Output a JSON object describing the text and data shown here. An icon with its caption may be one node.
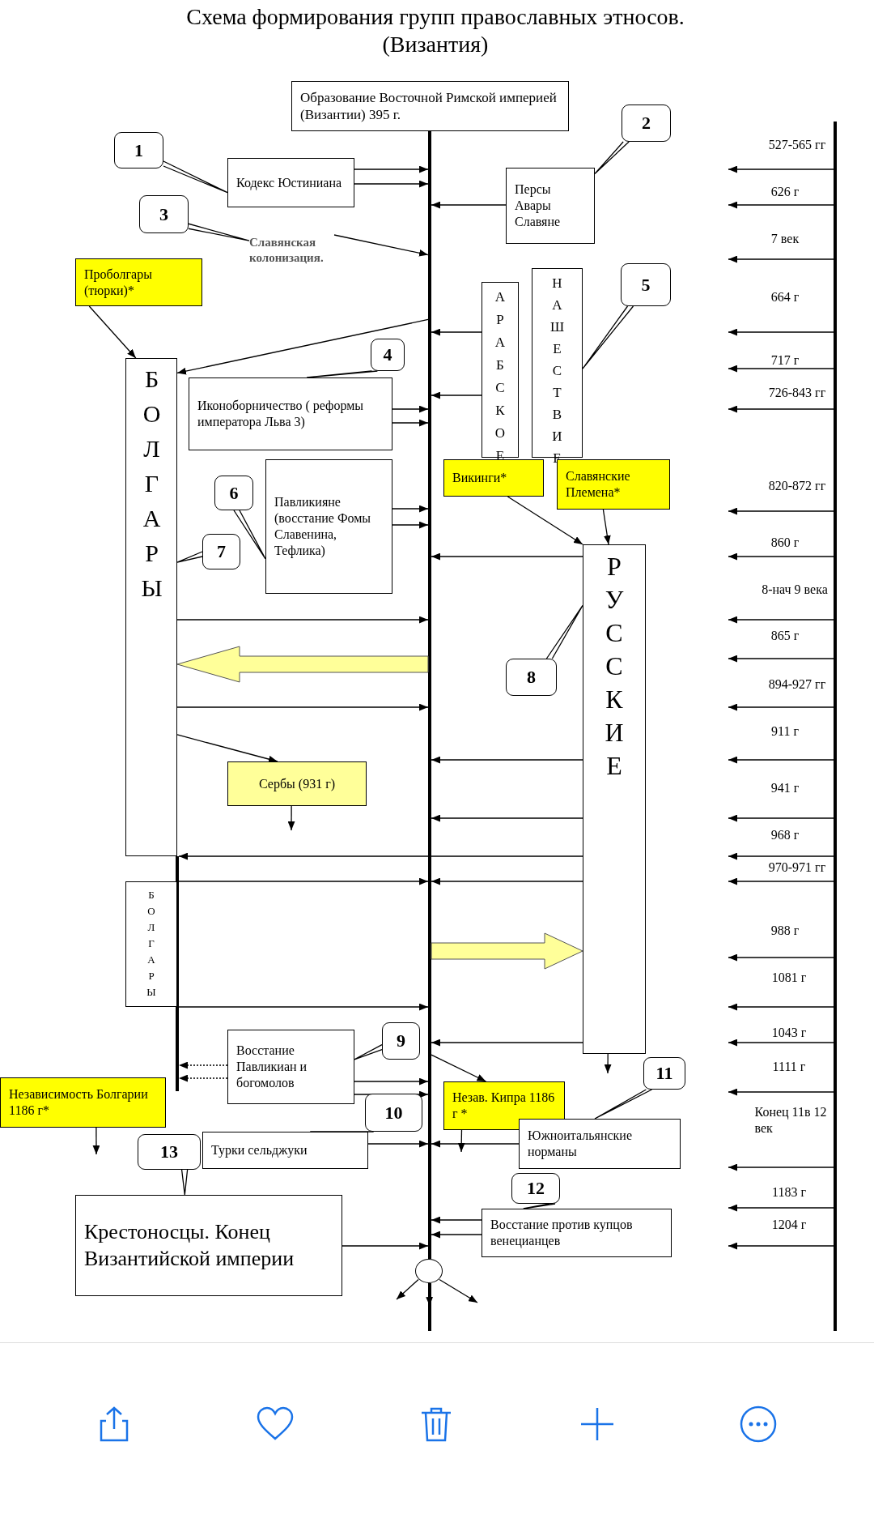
{
  "diagram": {
    "title": "Схема формирования групп православных этносов. (Византия)",
    "nodes": [
      {
        "text": [
          "Образование Восточной Римской империей (Византии) 395 г."
        ]
      },
      {
        "text": [],
        "shape": "bar"
      },
      {
        "text": [
          "1"
        ]
      },
      {
        "text": [
          "Кодекс Юстиниана"
        ]
      },
      {
        "text": [
          "2"
        ]
      },
      {
        "text": [
          "Персы Авары Славяне"
        ]
      },
      {
        "text": [],
        "shape": "bar"
      },
      {
        "text": [
          "3"
        ]
      },
      {
        "text": [
          "Славянская колонизация."
        ]
      },
      {
        "text": [
          "Проболгары (тюрки)*"
        ]
      },
      {
        "text": [
          "5"
        ]
      },
      {
        "text": [
          "НАШЕСТВИЕ"
        ]
      },
      {
        "text": [
          "АРАБСКОЕ"
        ]
      },
      {
        "text": [
          "4"
        ]
      },
      {
        "text": [
          "БОЛГАРЫ"
        ]
      },
      {
        "text": [
          "Иконоборничество ( реформы императора Льва 3)"
        ]
      },
      {
        "text": [
          "Викинги*"
        ]
      },
      {
        "text": [
          "Славянские Племена*"
        ]
      },
      {
        "text": [
          "Павликияне (восстание Фомы Славенина, Тефлика)"
        ]
      },
      {
        "text": [
          "6"
        ]
      },
      {
        "text": [
          "7"
        ]
      },
      {
        "text": [
          "РУССКИЕ"
        ]
      },
      {
        "text": [
          "8"
        ]
      },
      {
        "text": [
          "Сербы (931 г)"
        ]
      },
      {
        "text": [],
        "shape": "bar"
      },
      {
        "text": [
          "БОЛГАРЫ"
        ]
      },
      {
        "text": [
          "9"
        ]
      },
      {
        "text": [
          "Восстание Павликиан и богомолов"
        ]
      },
      {
        "text": [
          "11"
        ]
      },
      {
        "text": [
          "Независимость Болгарии 1186 г*"
        ]
      },
      {
        "text": [
          "Незав. Кипра 1186 г *"
        ]
      },
      {
        "text": [
          "10"
        ]
      },
      {
        "text": [
          "Южноитальянские норманы"
        ]
      },
      {
        "text": [
          "Турки сельджуки"
        ]
      },
      {
        "text": [
          "13"
        ]
      },
      {
        "text": [
          "12"
        ]
      },
      {
        "text": [
          "Восстание против купцов венецианцев"
        ]
      },
      {
        "text": [
          "Крестоносцы. Конец Византийской империи"
        ]
      },
      {
        "text": [],
        "shape": "circle"
      }
    ],
    "edges": [
      {
        "from": 2,
        "to": 3,
        "arrow": "none"
      },
      {
        "from": 3,
        "to": 1,
        "arrow": "to"
      },
      {
        "from": 3,
        "to": 1,
        "arrow": "to"
      },
      {
        "from": 4,
        "to": 5,
        "arrow": "none"
      },
      {
        "from": 5,
        "to": 1,
        "arrow": "to"
      },
      {
        "from": 7,
        "to": 8,
        "arrow": "none"
      },
      {
        "from": 8,
        "to": 1,
        "arrow": "to"
      },
      {
        "from": 9,
        "to": 14,
        "arrow": "to"
      },
      {
        "from": 10,
        "to": 11,
        "arrow": "none"
      },
      {
        "from": 12,
        "to": 1,
        "arrow": "to"
      },
      {
        "from": 1,
        "to": 14,
        "arrow": "to"
      },
      {
        "from": 13,
        "to": 15,
        "arrow": "none"
      },
      {
        "from": 12,
        "to": 1,
        "arrow": "to"
      },
      {
        "from": 15,
        "to": 1,
        "arrow": "to"
      },
      {
        "from": 15,
        "to": 1,
        "arrow": "to"
      },
      {
        "from": 16,
        "to": 21,
        "arrow": "to"
      },
      {
        "from": 17,
        "to": 21,
        "arrow": "to"
      },
      {
        "from": 19,
        "to": 18,
        "arrow": "none"
      },
      {
        "from": 20,
        "to": 14,
        "arrow": "none"
      },
      {
        "from": 18,
        "to": 1,
        "arrow": "to"
      },
      {
        "from": 18,
        "to": 1,
        "arrow": "to"
      },
      {
        "from": 21,
        "to": 1,
        "arrow": "to"
      },
      {
        "from": 14,
        "to": 1,
        "arrow": "to"
      },
      {
        "from": 1,
        "to": 14,
        "arrow": "to",
        "style": "thick",
        "color": "#ffff99"
      },
      {
        "from": 22,
        "to": 21,
        "arrow": "none"
      },
      {
        "from": 14,
        "to": 1,
        "arrow": "to"
      },
      {
        "from": 14,
        "to": 23,
        "arrow": "to"
      },
      {
        "from": 21,
        "to": 1,
        "arrow": "to"
      },
      {
        "from": 23,
        "to": null,
        "arrow": "to"
      },
      {
        "from": 21,
        "to": 1,
        "arrow": "to"
      },
      {
        "from": 21,
        "to": 24,
        "arrow": "to"
      },
      {
        "from": 25,
        "to": 1,
        "arrow": "to"
      },
      {
        "from": 21,
        "to": 1,
        "arrow": "to"
      },
      {
        "from": 1,
        "to": 21,
        "arrow": "to",
        "style": "thick",
        "color": "#ffff99"
      },
      {
        "from": 25,
        "to": 1,
        "arrow": "to"
      },
      {
        "from": 21,
        "to": 1,
        "arrow": "to"
      },
      {
        "from": 26,
        "to": 27,
        "arrow": "none"
      },
      {
        "from": 27,
        "to": 24,
        "arrow": "to",
        "style": "dashed"
      },
      {
        "from": 27,
        "to": 24,
        "arrow": "to",
        "style": "dashed"
      },
      {
        "from": 27,
        "to": 1,
        "arrow": "to"
      },
      {
        "from": 27,
        "to": 1,
        "arrow": "to"
      },
      {
        "from": 1,
        "to": 30,
        "arrow": "to"
      },
      {
        "from": 28,
        "to": 32,
        "arrow": "none"
      },
      {
        "from": 29,
        "to": null,
        "arrow": "to"
      },
      {
        "from": 30,
        "to": null,
        "arrow": "to"
      },
      {
        "from": 31,
        "to": 33,
        "arrow": "none"
      },
      {
        "from": 33,
        "to": 1,
        "arrow": "to"
      },
      {
        "from": 32,
        "to": 1,
        "arrow": "to"
      },
      {
        "from": 34,
        "to": 37,
        "arrow": "none"
      },
      {
        "from": 35,
        "to": 36,
        "arrow": "none"
      },
      {
        "from": 36,
        "to": 1,
        "arrow": "to"
      },
      {
        "from": 36,
        "to": 1,
        "arrow": "to"
      },
      {
        "from": 37,
        "to": 1,
        "arrow": "to"
      },
      {
        "from": 21,
        "to": null,
        "arrow": "to"
      },
      {
        "from": 38,
        "to": null,
        "arrow": "to"
      },
      {
        "from": 38,
        "to": null,
        "arrow": "to"
      },
      {
        "from": 38,
        "to": null,
        "arrow": "to"
      },
      {
        "from": 6,
        "to": null,
        "arrow": "to"
      },
      {
        "from": 6,
        "to": null,
        "arrow": "to"
      },
      {
        "from": 6,
        "to": null,
        "arrow": "to"
      },
      {
        "from": 6,
        "to": null,
        "arrow": "to"
      },
      {
        "from": 6,
        "to": null,
        "arrow": "to"
      },
      {
        "from": 6,
        "to": null,
        "arrow": "to"
      },
      {
        "from": 6,
        "to": null,
        "arrow": "to"
      },
      {
        "from": 6,
        "to": null,
        "arrow": "to"
      },
      {
        "from": 6,
        "to": null,
        "arrow": "to"
      },
      {
        "from": 6,
        "to": null,
        "arrow": "to"
      },
      {
        "from": 6,
        "to": null,
        "arrow": "to"
      },
      {
        "from": 6,
        "to": null,
        "arrow": "to"
      },
      {
        "from": 6,
        "to": null,
        "arrow": "to"
      },
      {
        "from": 6,
        "to": null,
        "arrow": "to"
      },
      {
        "from": 6,
        "to": null,
        "arrow": "to"
      },
      {
        "from": 6,
        "to": null,
        "arrow": "to"
      },
      {
        "from": 6,
        "to": null,
        "arrow": "to"
      },
      {
        "from": 6,
        "to": null,
        "arrow": "to"
      },
      {
        "from": 6,
        "to": null,
        "arrow": "to"
      },
      {
        "from": 6,
        "to": null,
        "arrow": "to"
      },
      {
        "from": 6,
        "to": null,
        "arrow": "to"
      },
      {
        "from": 6,
        "to": null,
        "arrow": "to"
      }
    ],
    "labels": [
      "527-565 гг",
      "626 г",
      "7 век",
      "664 г",
      "717 г",
      "726-843 гг",
      "820-872 гг",
      "860 г",
      "8-нач 9 века",
      "865 г",
      "894-927 гг",
      "911 г",
      "941 г",
      "968 г",
      "970-971 гг",
      "988 г",
      "1081 г",
      "1043 г",
      "1111 г",
      "Конец 11в 12 век",
      "1183 г",
      "1204 г"
    ]
  }
}
